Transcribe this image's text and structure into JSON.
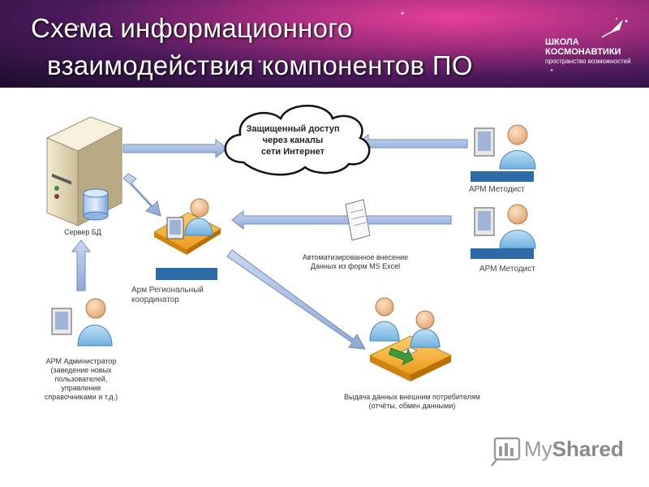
{
  "header": {
    "title_line1": "Схема информационного",
    "title_line2": "взаимодействия компонентов ПО",
    "logo_line1": "ШКОЛА",
    "logo_line2": "КОСМОНАВТИКИ",
    "logo_line3": "пространство возможностей"
  },
  "diagram": {
    "server_label": "Сервер БД",
    "cloud_line1": "Защищенный доступ",
    "cloud_line2": "через каналы",
    "cloud_line3": "сети Интернет",
    "metodist1_label": "АРМ Методист",
    "metodist2_label": "АРМ Методист",
    "coordinator_line1": "Арм Региональный",
    "coordinator_line2": "координатор",
    "import_line1": "Автоматизированное внесение",
    "import_line2": "Данных из форм MS Excel",
    "admin_line1": "АРМ Администратор",
    "admin_line2": "(заведение новых",
    "admin_line3": "пользователей,",
    "admin_line4": "управление",
    "admin_line5": "справочниками и т.д.)",
    "consumers_line1": "Выдача данных внешним потребителям",
    "consumers_line2": "(отчёты, обмен данными)"
  },
  "watermark": {
    "text_my": "My",
    "text_shared": "Shared"
  }
}
